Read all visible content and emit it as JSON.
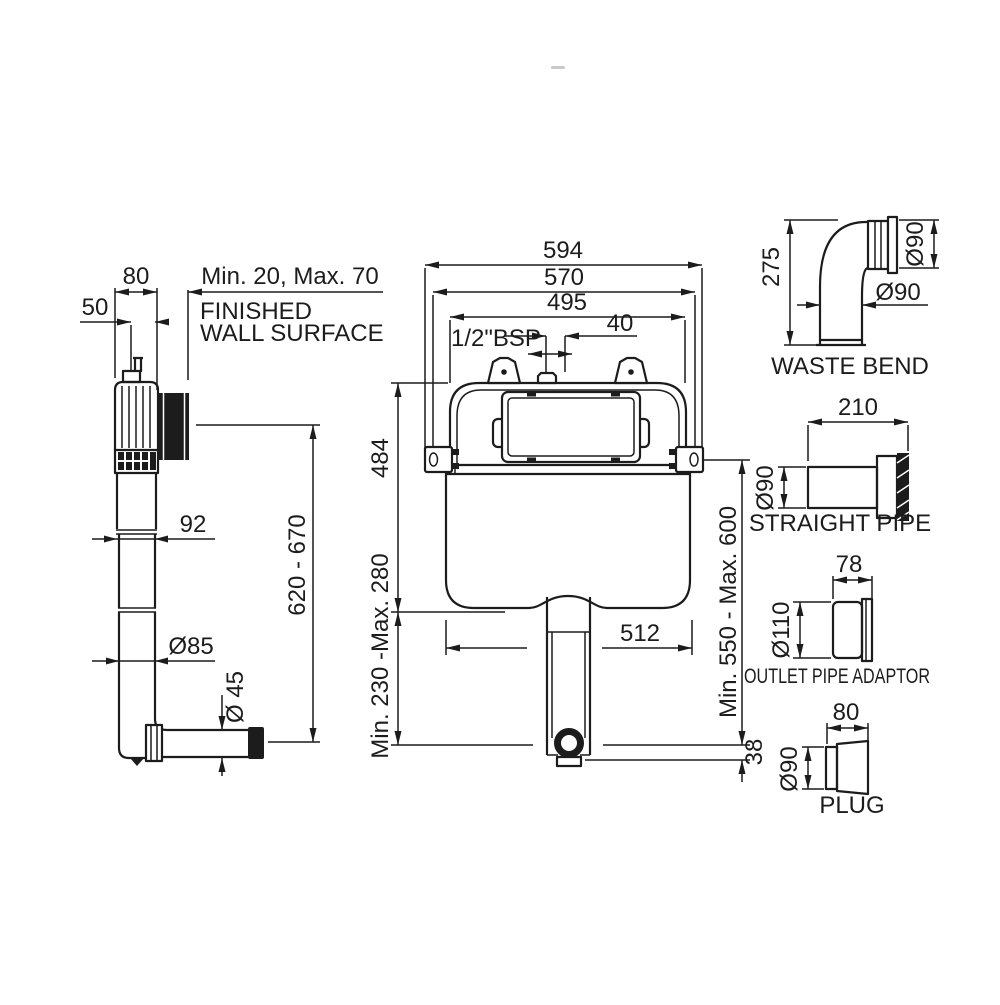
{
  "side_view": {
    "dim_width": "80",
    "dim_offset": "50",
    "dim_wall_range": "Min. 20, Max. 70",
    "wall_label_line1": "FINISHED",
    "wall_label_line2": "WALL SURFACE",
    "dim_body_width": "92",
    "dim_body_dia": "Ø85",
    "dim_outlet_dia": "Ø 45",
    "dim_height_range": "620 - 670"
  },
  "front_view": {
    "dim_overall_width": "594",
    "dim_frame_width": "570",
    "dim_inner_width": "495",
    "dim_inlet_offset": "40",
    "inlet_thread": "1/2\"BSP",
    "dim_frame_height": "484",
    "dim_tank_width": "512",
    "dim_outlet_depth_range": "Min. 230 -Max. 280",
    "dim_install_height_range": "Min. 550 - Max. 600",
    "dim_outlet_drop": "38"
  },
  "accessories": {
    "waste_bend": {
      "label": "WASTE BEND",
      "dim_height": "275",
      "dim_spigot_dia": "Ø90",
      "dim_pipe_dia": "Ø90"
    },
    "straight_pipe": {
      "label": "STRAIGHT PIPE",
      "dim_length": "210",
      "dim_dia": "Ø90"
    },
    "outlet_pipe_adaptor": {
      "label": "OUTLET PIPE ADAPTOR",
      "dim_length": "78",
      "dim_dia": "Ø110"
    },
    "plug": {
      "label": "PLUG",
      "dim_length": "80",
      "dim_dia": "Ø90"
    }
  },
  "colors": {
    "line": "#1c1c1c",
    "background": "#ffffff"
  }
}
